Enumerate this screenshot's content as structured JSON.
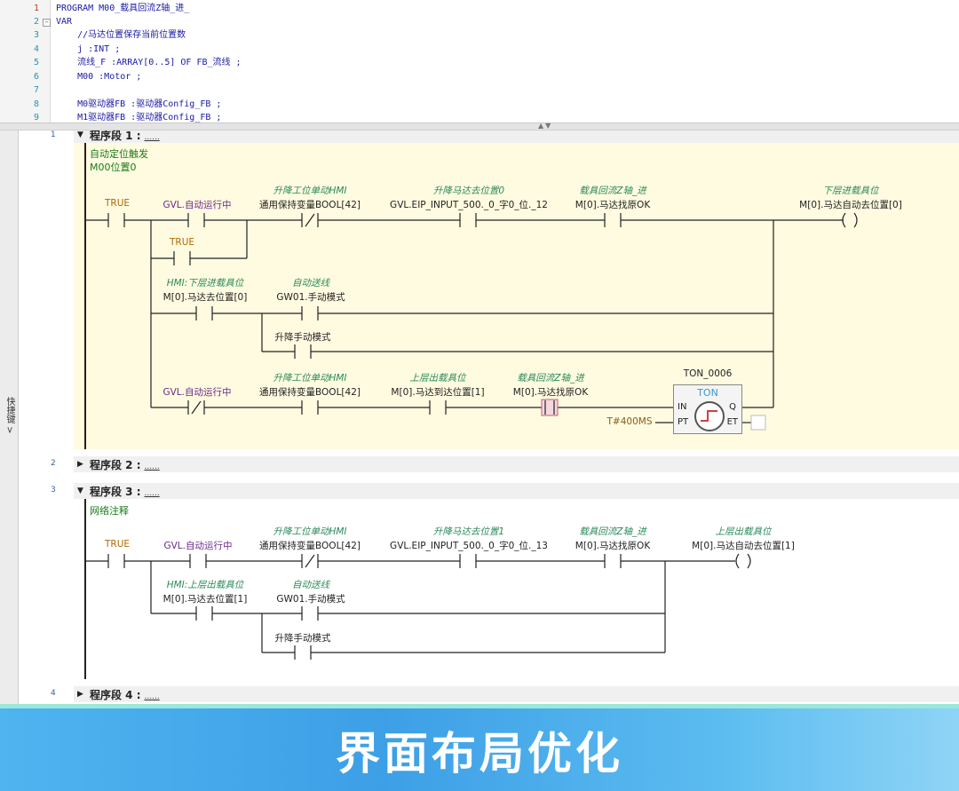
{
  "code": {
    "lines": [
      {
        "n": "1",
        "text": "PROGRAM M00_载具回流Z轴_进_"
      },
      {
        "n": "2",
        "text": "VAR"
      },
      {
        "n": "3",
        "text": "    //马达位置保存当前位置数"
      },
      {
        "n": "4",
        "text": "    j :INT ;"
      },
      {
        "n": "5",
        "text": "    流线_F :ARRAY[0..5] OF FB_流线 ;"
      },
      {
        "n": "6",
        "text": "    M00 :Motor ;"
      },
      {
        "n": "7",
        "text": ""
      },
      {
        "n": "8",
        "text": "    M0驱动器FB :驱动器Config_FB ;"
      },
      {
        "n": "9",
        "text": "    M1驱动器FB :驱动器Config_FB ;"
      }
    ]
  },
  "side_toolbar": {
    "label": "快捷键 >"
  },
  "sections": [
    {
      "num": "1",
      "title": "程序段  1 :",
      "link": "......",
      "comments": [
        "自动定位触发",
        "M00位置0"
      ],
      "labels": {
        "true_1": "TRUE",
        "gvl_auto_1": "GVL.自动运行中",
        "true_2": "TRUE",
        "hmi_lift_cap": "升降工位单动HMI",
        "hmi_lift_var": "通用保持变量BOOL[42]",
        "motor_pos_cap": "升降马达去位置0",
        "motor_pos_var": "GVL.EIP_INPUT_500._0_字0_位._12",
        "z_axis_cap": "载具回流Z轴_进",
        "z_axis_var": "M[0].马达找原OK",
        "coil_cap": "下层进载具位",
        "coil_var": "M[0].马达自动去位置[0]",
        "hmi_lower_cap": "HMI:下层进载具位",
        "hmi_lower_var": "M[0].马达去位置[0]",
        "auto_line_cap": "自动送线",
        "auto_line_var": "GW01.手动模式",
        "lift_manual": "升降手动模式",
        "gvl_auto_2": "GVL.自动运行中",
        "hmi_lift_cap2": "升降工位单动HMI",
        "hmi_lift_var2": "通用保持变量BOOL[42]",
        "upper_out_cap": "上层出载具位",
        "upper_out_var": "M[0].马达到达位置[1]",
        "z_axis_cap2": "载具回流Z轴_进",
        "z_axis_var2": "M[0].马达找原OK",
        "ton_name": "TON_0006",
        "ton_pt": "T#400MS"
      },
      "ton": {
        "type": "TON",
        "in": "IN",
        "pt": "PT",
        "q": "Q",
        "et": "ET"
      }
    },
    {
      "num": "2",
      "title": "程序段  2 :",
      "link": "......"
    },
    {
      "num": "3",
      "title": "程序段  3 :",
      "link": "......",
      "comments": [
        "网络注释"
      ],
      "labels": {
        "true_1": "TRUE",
        "gvl_auto": "GVL.自动运行中",
        "hmi_lift_cap": "升降工位单动HMI",
        "hmi_lift_var": "通用保持变量BOOL[42]",
        "motor_pos_cap": "升降马达去位置1",
        "motor_pos_var": "GVL.EIP_INPUT_500._0_字0_位._13",
        "z_axis_cap": "载具回流Z轴_进",
        "z_axis_var": "M[0].马达找原OK",
        "coil_cap": "上层出载具位",
        "coil_var": "M[0].马达自动去位置[1]",
        "hmi_upper_cap": "HMI:上层出载具位",
        "hmi_upper_var": "M[0].马达去位置[1]",
        "auto_line_cap": "自动送线",
        "auto_line_var": "GW01.手动模式",
        "lift_manual": "升降手动模式"
      }
    },
    {
      "num": "4",
      "title": "程序段  4 :",
      "link": "......"
    }
  ],
  "banner": {
    "title": "界面布局优化"
  },
  "colors": {
    "accent": "#3d9fe6",
    "rung_bg": "#fffbe0",
    "comment": "#1a7a1a",
    "coil_highlight": "#c45a7a"
  }
}
